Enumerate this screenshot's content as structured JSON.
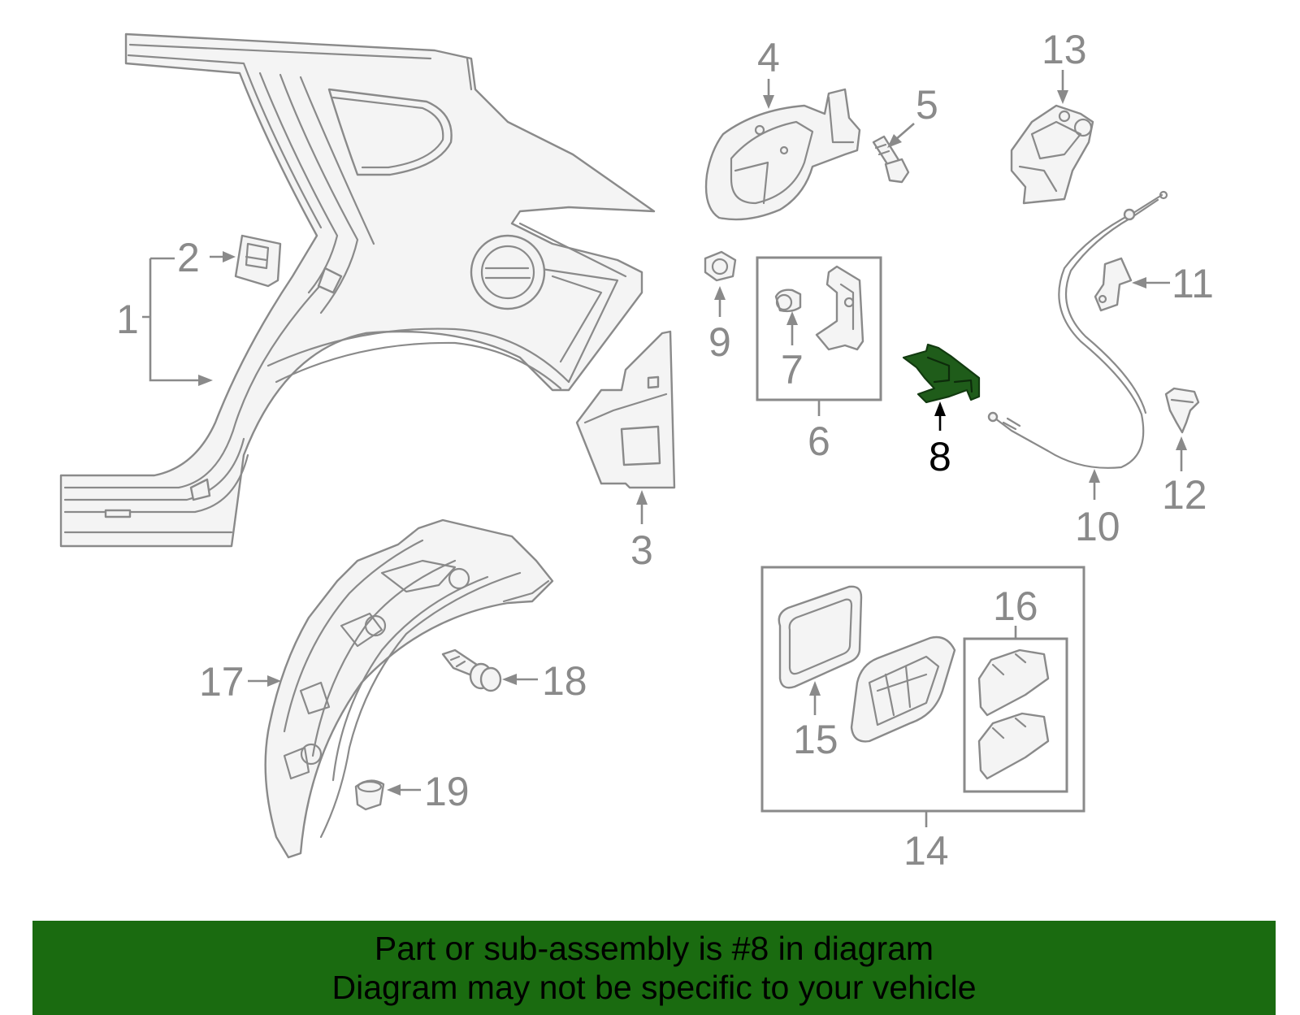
{
  "callouts": {
    "c1": "1",
    "c2": "2",
    "c3": "3",
    "c4": "4",
    "c5": "5",
    "c6": "6",
    "c7": "7",
    "c8": "8",
    "c9": "9",
    "c10": "10",
    "c11": "11",
    "c12": "12",
    "c13": "13",
    "c14": "14",
    "c15": "15",
    "c16": "16",
    "c17": "17",
    "c18": "18",
    "c19": "19"
  },
  "highlight": {
    "callout": "8",
    "color": "#1f5c1a"
  },
  "banner": {
    "line1": "Part or sub-assembly is #8 in diagram",
    "line2": "Diagram may not be specific to your vehicle",
    "background": "#1a6b10"
  }
}
